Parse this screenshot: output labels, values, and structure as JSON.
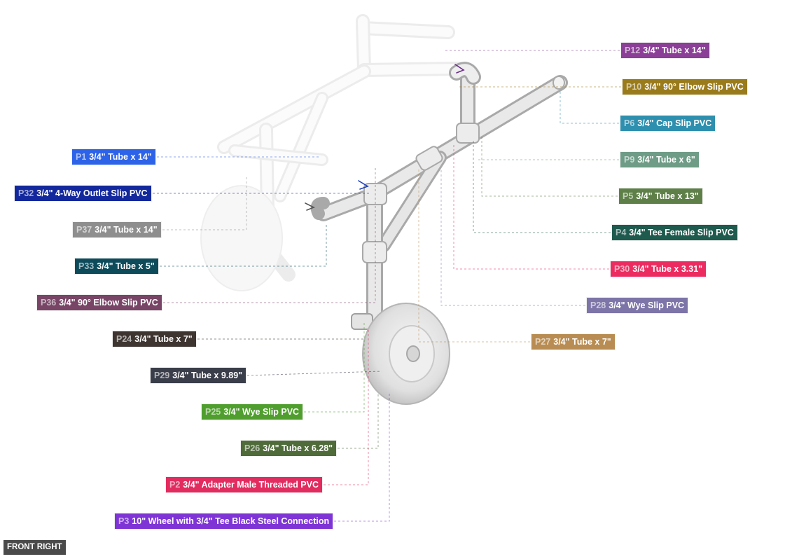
{
  "view_label": "FRONT RIGHT",
  "parts": [
    {
      "id": "P12",
      "desc": "3/4\" Tube x 14\"",
      "color": "#8b3f96"
    },
    {
      "id": "P10",
      "desc": "3/4\" 90° Elbow Slip PVC",
      "color": "#9a7b1b"
    },
    {
      "id": "P6",
      "desc": "3/4\" Cap Slip PVC",
      "color": "#2e8fae"
    },
    {
      "id": "P9",
      "desc": "3/4\" Tube x 6\"",
      "color": "#6e9c86"
    },
    {
      "id": "P5",
      "desc": "3/4\" Tube x 13\"",
      "color": "#5e8048"
    },
    {
      "id": "P4",
      "desc": "3/4\" Tee Female Slip PVC",
      "color": "#1f5a4e"
    },
    {
      "id": "P30",
      "desc": "3/4\" Tube x 3.31\"",
      "color": "#ec2c60"
    },
    {
      "id": "P28",
      "desc": "3/4\" Wye Slip PVC",
      "color": "#7d75a8"
    },
    {
      "id": "P27",
      "desc": "3/4\" Tube x 7\"",
      "color": "#b88c52"
    },
    {
      "id": "P1",
      "desc": "3/4\" Tube x 14\"",
      "color": "#2d63e8"
    },
    {
      "id": "P32",
      "desc": "3/4\" 4-Way Outlet Slip PVC",
      "color": "#13289c"
    },
    {
      "id": "P37",
      "desc": "3/4\" Tube x 14\"",
      "color": "#8e8e8e"
    },
    {
      "id": "P33",
      "desc": "3/4\" Tube x 5\"",
      "color": "#0d4b5b"
    },
    {
      "id": "P36",
      "desc": "3/4\" 90° Elbow Slip PVC",
      "color": "#784566"
    },
    {
      "id": "P24",
      "desc": "3/4\" Tube x 7\"",
      "color": "#3e3530"
    },
    {
      "id": "P29",
      "desc": "3/4\" Tube x 9.89\"",
      "color": "#3a3e4a"
    },
    {
      "id": "P25",
      "desc": "3/4\" Wye Slip PVC",
      "color": "#4f9e2e"
    },
    {
      "id": "P26",
      "desc": "3/4\" Tube x 6.28\"",
      "color": "#4f6b3a"
    },
    {
      "id": "P2",
      "desc": "3/4\" Adapter Male Threaded PVC",
      "color": "#e22b5f"
    },
    {
      "id": "P3",
      "desc": "10\" Wheel with 3/4\" Tee Black Steel Connection",
      "color": "#7f35d6"
    }
  ]
}
